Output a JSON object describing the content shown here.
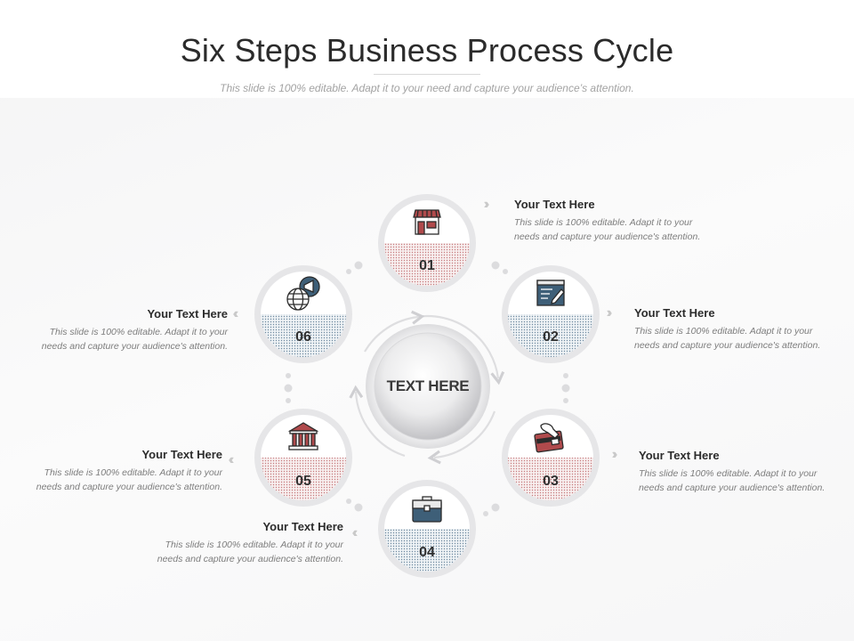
{
  "header": {
    "title": "Six Steps Business Process Cycle",
    "subtitle": "This slide is 100% editable. Adapt it to your need and capture your audience’s  attention."
  },
  "center": {
    "label": "TEXT HERE"
  },
  "steps": [
    {
      "number": "01",
      "heading": "Your Text Here",
      "body": "This slide is 100% editable. Adapt it to your needs and capture your audience's attention.",
      "icon": "store-icon",
      "tone": "red"
    },
    {
      "number": "02",
      "heading": "Your Text Here",
      "body": "This slide is 100% editable. Adapt it to your needs and capture your audience's attention.",
      "icon": "document-edit-icon",
      "tone": "blue"
    },
    {
      "number": "03",
      "heading": "Your Text Here",
      "body": "This slide is 100% editable. Adapt it to your needs and capture your audience's attention.",
      "icon": "card-payment-icon",
      "tone": "red"
    },
    {
      "number": "04",
      "heading": "Your Text Here",
      "body": "This slide is 100% editable. Adapt it to your needs and capture your audience's attention.",
      "icon": "briefcase-icon",
      "tone": "blue"
    },
    {
      "number": "05",
      "heading": "Your Text Here",
      "body": "This slide is 100% editable. Adapt it to your needs and capture your audience's attention.",
      "icon": "bank-icon",
      "tone": "red"
    },
    {
      "number": "06",
      "heading": "Your Text Here",
      "body": "This slide is 100% editable. Adapt it to your needs and capture your audience's attention.",
      "icon": "global-marketing-icon",
      "tone": "blue"
    }
  ],
  "colors": {
    "red": "#b04a4c",
    "blue": "#3e5f78",
    "ring": "#e3e3e5"
  }
}
